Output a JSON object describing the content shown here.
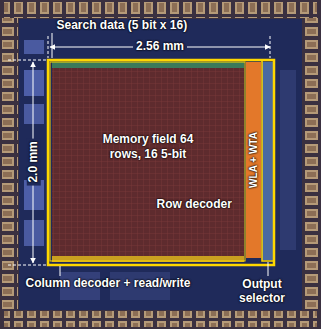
{
  "diagram": {
    "nodes": [
      {
        "text": [
          "Memory field 64 rows, 16 5-bit"
        ]
      },
      {
        "text": [
          "WLA + WTA"
        ]
      }
    ],
    "edges": [],
    "labels": [
      "Search data (5 bit x 16)",
      "2.56 mm",
      "2.0 mm",
      "Row decoder",
      "Column decoder + read/write",
      "Output selector"
    ]
  }
}
